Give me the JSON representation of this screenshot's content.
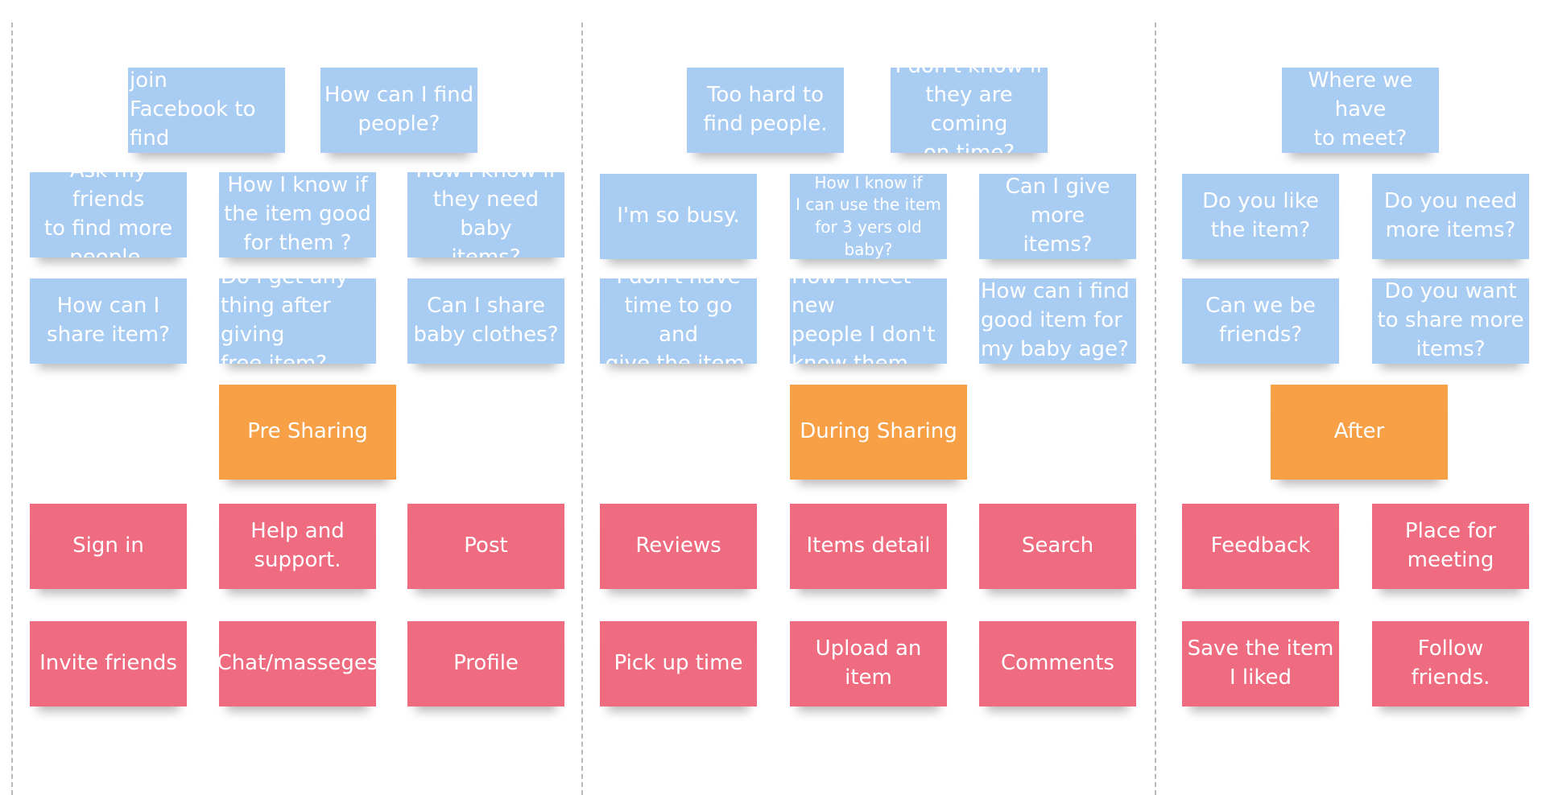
{
  "colors": {
    "question_note": "#a9ccf2",
    "feature_note": "#ee6b80",
    "phase_note": "#f8a045",
    "background": "#ffffff",
    "divider": "#b8b8b8"
  },
  "columns": [
    {
      "phase_label": "Pre Sharing",
      "questions": [
        "Do I have to join\nFacebook to find\nmore people?",
        "How can I find\npeople?",
        "Ask my friends\nto find more\npeople.",
        "How I know if\nthe item good\nfor them ?",
        "How I know if\nthey need baby\nitems?",
        "How can I\nshare item?",
        "Do i get any\nthing after giving\nfree item?",
        "Can I share\nbaby clothes?"
      ],
      "features": [
        "Sign in",
        "Help and\nsupport.",
        "Post",
        "Invite friends",
        "Chat/masseges",
        "Profile"
      ]
    },
    {
      "phase_label": "During Sharing",
      "questions": [
        "Too hard to\nfind people.",
        "I don't know if\nthey are coming\non time?",
        "I'm so busy.",
        "How I know if\nI can use the item\nfor 3 yers old baby?",
        "Can I give more\nitems?",
        "I don't have\ntime to go and\ngive the item.",
        "How I meet new\npeople I don't\nknow them.",
        "How can i find\ngood item for\nmy baby age?"
      ],
      "features": [
        "Reviews",
        "Items detail",
        "Search",
        "Pick up time",
        "Upload an item",
        "Comments"
      ]
    },
    {
      "phase_label": "After",
      "questions": [
        "Where we have\nto meet?",
        "Do you like\nthe item?",
        "Do you need\nmore items?",
        "Can we be\nfriends?",
        "Do you want\nto share more\nitems?"
      ],
      "features": [
        "Feedback",
        "Place for\nmeeting",
        "Save the item\nI liked",
        "Follow friends."
      ]
    }
  ]
}
